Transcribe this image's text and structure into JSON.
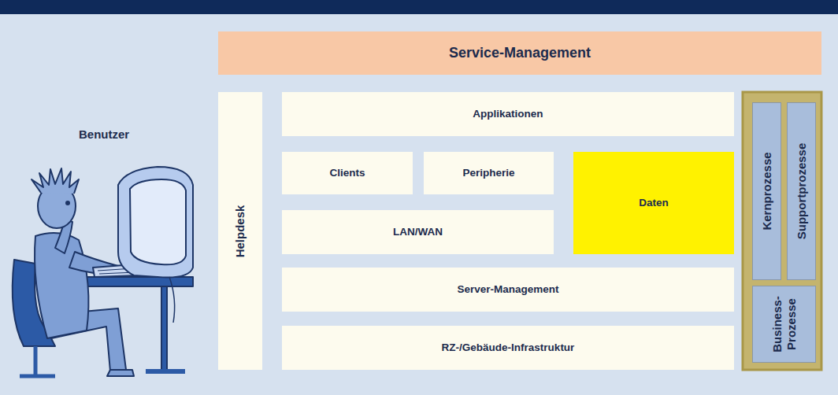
{
  "diagram": {
    "nodes": [
      {
        "text": [
          "Service-Management"
        ]
      },
      {
        "text": [
          "Helpdesk"
        ]
      },
      {
        "text": [
          "Applikationen"
        ]
      },
      {
        "text": [
          "Clients"
        ]
      },
      {
        "text": [
          "Peripherie"
        ]
      },
      {
        "text": [
          "Daten"
        ]
      },
      {
        "text": [
          "LAN/WAN"
        ]
      },
      {
        "text": [
          "Server-Management"
        ]
      },
      {
        "text": [
          "RZ-/Gebäude-Infrastruktur"
        ]
      },
      {
        "text": [
          "Kernprozesse"
        ]
      },
      {
        "text": [
          "Supportprozesse"
        ]
      },
      {
        "text": [
          "Business- Prozesse"
        ]
      }
    ],
    "labels": [
      "Benutzer"
    ]
  }
}
